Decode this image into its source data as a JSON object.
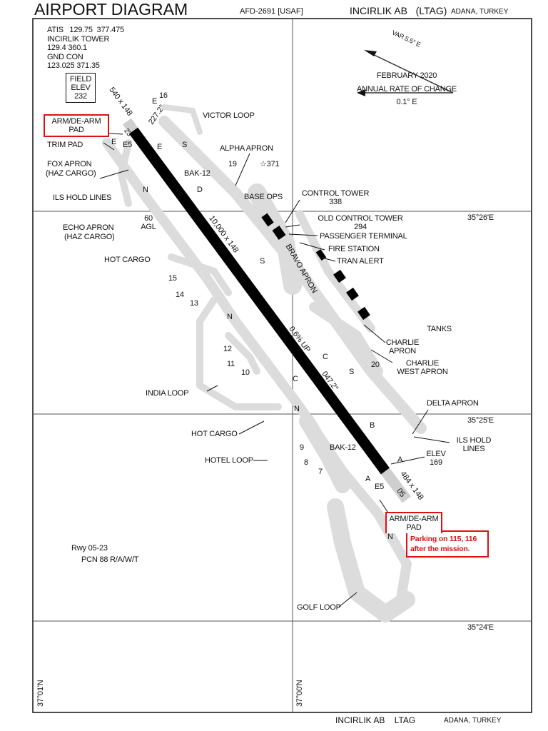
{
  "header": {
    "title": "AIRPORT DIAGRAM",
    "afd": "AFD-2691 [USAF]",
    "airport": "INCIRLIK AB   (LTAG)",
    "location": "ADANA, TURKEY"
  },
  "footer": {
    "airport": "INCIRLIK AB    LTAG",
    "location": "ADANA, TURKEY"
  },
  "comms": [
    "ATIS   129.75  377.475",
    "INCIRLIK TOWER",
    "129.4  360.1",
    "GND CON",
    "123.025  371.35"
  ],
  "field_elev": [
    "FIELD",
    "ELEV",
    "232"
  ],
  "magvar": {
    "var": "VAR 5.5° E",
    "date": "FEBRUARY 2020",
    "rate_label": "ANNUAL RATE OF CHANGE",
    "rate": "0.1° E"
  },
  "annotations": {
    "arm_pad_top": [
      "ARM/DE-ARM",
      "PAD"
    ],
    "arm_pad_bottom": [
      "ARM/DE-ARM",
      "PAD"
    ],
    "note": [
      "Parking on 115, 116",
      "after the mission."
    ]
  },
  "runway": {
    "dims": "10,000 x 148",
    "gradient": "0.6% UP",
    "hdg_05": "047.2°",
    "hdg_23": "227.2°",
    "end_23": "23",
    "end_05": "05",
    "ovr_23": "540 x 148",
    "ovr_05": "484 x 148",
    "info1": "Rwy 05-23",
    "info2": "PCN 88 R/A/W/T"
  },
  "labels": {
    "victor_loop": "VICTOR LOOP",
    "alpha_apron": "ALPHA APRON",
    "obst_371": "371",
    "trim_pad": "TRIM PAD",
    "fox_apron": "FOX APRON",
    "haz_cargo1": "(HAZ CARGO)",
    "ils_hold_1": "ILS HOLD LINES",
    "bak12_n": "BAK-12",
    "base_ops": "BASE OPS",
    "control_tower": "CONTROL TOWER",
    "ct_elev": "338",
    "old_ct": "OLD CONTROL TOWER",
    "old_ct_elev": "294",
    "pax_terminal": "PASSENGER TERMINAL",
    "fire_station": "FIRE STATION",
    "tran_alert": "TRAN ALERT",
    "echo_apron": "ECHO APRON",
    "haz_cargo2": "(HAZ CARGO)",
    "agl_60": "60",
    "agl": "AGL",
    "hot_cargo1": "HOT CARGO",
    "bravo_apron": "BRAVO APRON",
    "tanks": "TANKS",
    "charlie_apron": "CHARLIE APRON",
    "charlie_west": "CHARLIE WEST APRON",
    "india_loop": "INDIA LOOP",
    "delta_apron": "DELTA APRON",
    "hot_cargo2": "HOT CARGO",
    "bak12_s": "BAK-12",
    "ils_hold_2": "ILS HOLD LINES",
    "elev": "ELEV",
    "elev_169": "169",
    "hotel_loop": "HOTEL LOOP",
    "golf_loop": "GOLF LOOP",
    "e5_n": "E5",
    "e5_s": "E5"
  },
  "parking": [
    "16",
    "19",
    "15",
    "14",
    "13",
    "12",
    "11",
    "10",
    "20",
    "9",
    "8",
    "7"
  ],
  "taxiways": [
    "E",
    "S",
    "D",
    "N",
    "S",
    "N",
    "C",
    "S",
    "C",
    "N",
    "B",
    "A",
    "A",
    "N",
    "E",
    "E"
  ],
  "grid": {
    "lon1": "35°26'E",
    "lon2": "35°25'E",
    "lon3": "35°24'E",
    "lat1": "37°01'N",
    "lat2": "37°00'N"
  }
}
